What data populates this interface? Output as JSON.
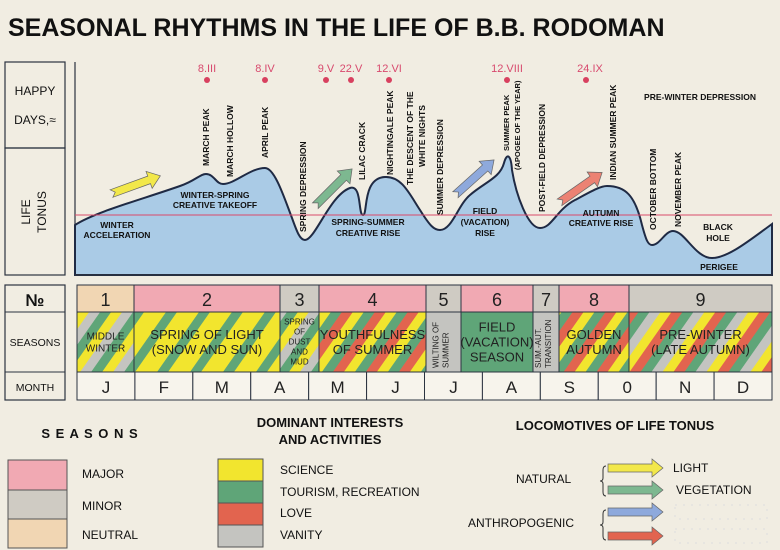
{
  "title": "SEASONAL RHYTHMS IN THE LIFE OF B.B. RODOMAN",
  "side_labels": {
    "happy_days_1": "HAPPY",
    "happy_days_2": "DAYS,≈",
    "life_tonus_1": "LIFE",
    "life_tonus_2": "TONUS"
  },
  "happy_days": [
    "8.III",
    "8.IV",
    "9.V",
    "22.V",
    "12.VI",
    "12.VIII",
    "24.IX"
  ],
  "events": {
    "march_peak": "MARCH  PEAK",
    "march_hollow": "MARCH  HOLLOW",
    "april_peak": "APRIL PEAK",
    "spring_depression": "SPRING  DEPRESSION",
    "lilac_crack": "LILAC  CRACK",
    "nightingale_peak": "NIGHTINGALE PEAK",
    "white_nights_1": "THE DESCENT OF THE",
    "white_nights_2": "WHITE NIGHTS",
    "summer_depression": "SUMMER  DEPRESSION",
    "summer_peak_1": "SUMMER PEAK",
    "summer_peak_2": "(APOGEE OF THE YEAR)",
    "post_field": "POST-FIELD  DEPRESSION",
    "indian_summer": "INDIAN SUMMER PEAK",
    "october_bottom": "OCTOBER BOTTOM",
    "november_peak": "NOVEMBER PEAK",
    "pre_winter_depression": "PRE-WINTER DEPRESSION"
  },
  "phases": {
    "winter_1": "WINTER",
    "winter_2": "ACCELERATION",
    "takeoff_1": "WINTER-SPRING",
    "takeoff_2": "CREATIVE TAKEOFF",
    "ss_1": "SPRING-SUMMER",
    "ss_2": "CREATIVE RISE",
    "field_1": "FIELD",
    "field_2": "(VACATION)",
    "field_3": "RISE",
    "autumn_1": "AUTUMN",
    "autumn_2": "CREATIVE RISE",
    "black_1": "BLACK",
    "black_2": "HOLE",
    "perigee": "PERIGEE"
  },
  "table": {
    "no_label": "№",
    "seasons_label": "SEASONS",
    "month_label": "MONTH",
    "seasons": [
      {
        "n": "1",
        "lines": [
          "MIDDLE",
          "WINTER"
        ],
        "rank": "neutral"
      },
      {
        "n": "2",
        "lines": [
          "SPRING OF LIGHT",
          "(SNOW AND SUN)"
        ],
        "rank": "major"
      },
      {
        "n": "3",
        "lines": [
          "SPRING",
          "OF",
          "DUST",
          "AND",
          "MUD"
        ],
        "rank": "minor"
      },
      {
        "n": "4",
        "lines": [
          "YOUTHFULNESS",
          "OF SUMMER"
        ],
        "rank": "major"
      },
      {
        "n": "5",
        "lines": [
          "WILTING OF",
          "SUMMER"
        ],
        "rank": "minor"
      },
      {
        "n": "6",
        "lines": [
          "FIELD",
          "(VACATION)",
          "SEASON"
        ],
        "rank": "major"
      },
      {
        "n": "7",
        "lines": [
          "SUM.-AUT.",
          "TRANSITION"
        ],
        "rank": "minor"
      },
      {
        "n": "8",
        "lines": [
          "GOLDEN",
          "AUTUMN"
        ],
        "rank": "major"
      },
      {
        "n": "9",
        "lines": [
          "PRE-WINTER",
          "(LATE AUTUMN)"
        ],
        "rank": "minor"
      }
    ],
    "months": [
      "J",
      "F",
      "M",
      "A",
      "M",
      "J",
      "J",
      "A",
      "S",
      "0",
      "N",
      "D"
    ]
  },
  "legend": {
    "seasons_title": "S E A S O N S",
    "seasons": [
      "MAJOR",
      "MINOR",
      "NEUTRAL"
    ],
    "interests_title_1": "DOMINANT INTERESTS",
    "interests_title_2": "AND ACTIVITIES",
    "interests": [
      "SCIENCE",
      "TOURISM, RECREATION",
      "LOVE",
      "VANITY"
    ],
    "loco_title": "LOCOMOTIVES OF LIFE TONUS",
    "natural": "NATURAL",
    "anthropogenic": "ANTHROPOGENIC",
    "light": "LIGHT",
    "vegetation": "VEGETATION"
  },
  "colors": {
    "major": "#f1a9b3",
    "minor": "#cfcbc3",
    "neutral": "#f1d6b3",
    "science": "#f2e52e",
    "tourism": "#5fa578",
    "love": "#e2644f",
    "vanity": "#c4c4c0",
    "tonus_fill": "#aacbe6",
    "tonus_line": "#1f2a44",
    "baseline": "#d94a6a"
  }
}
